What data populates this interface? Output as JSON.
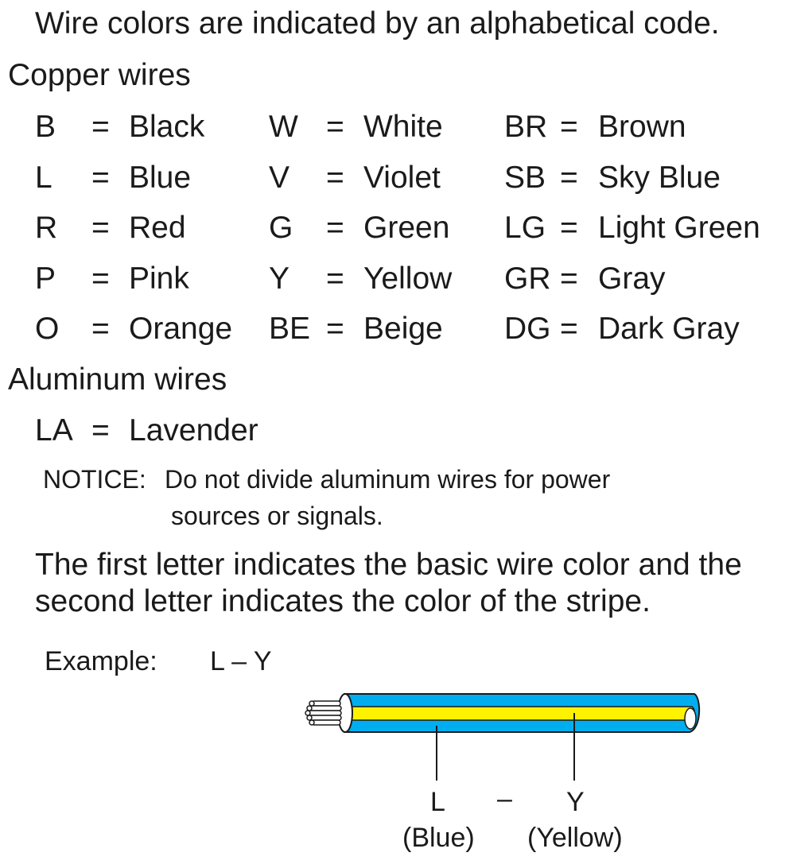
{
  "intro": "Wire colors are indicated by an alphabetical code.",
  "copper_heading": "Copper wires",
  "copper_codes": [
    [
      {
        "code": "B",
        "eq": "=",
        "name": "Black"
      },
      {
        "code": "W",
        "eq": "=",
        "name": "White"
      },
      {
        "code": "BR",
        "eq": "=",
        "name": "Brown"
      }
    ],
    [
      {
        "code": "L",
        "eq": "=",
        "name": "Blue"
      },
      {
        "code": "V",
        "eq": "=",
        "name": "Violet"
      },
      {
        "code": "SB",
        "eq": "=",
        "name": "Sky Blue"
      }
    ],
    [
      {
        "code": "R",
        "eq": "=",
        "name": "Red"
      },
      {
        "code": "G",
        "eq": "=",
        "name": "Green"
      },
      {
        "code": "LG",
        "eq": "=",
        "name": "Light Green"
      }
    ],
    [
      {
        "code": "P",
        "eq": "=",
        "name": "Pink"
      },
      {
        "code": "Y",
        "eq": "=",
        "name": "Yellow"
      },
      {
        "code": "GR",
        "eq": "=",
        "name": "Gray"
      }
    ],
    [
      {
        "code": "O",
        "eq": "=",
        "name": "Orange"
      },
      {
        "code": "BE",
        "eq": "=",
        "name": "Beige"
      },
      {
        "code": "DG",
        "eq": "=",
        "name": "Dark Gray"
      }
    ]
  ],
  "aluminum_heading": "Aluminum wires",
  "aluminum_codes": [
    {
      "code": "LA",
      "eq": "=",
      "name": "Lavender"
    }
  ],
  "notice": {
    "label": "NOTICE:",
    "line1": "Do not divide aluminum wires for power",
    "line2": "sources or signals."
  },
  "description": {
    "line1": "The first letter indicates the basic wire color and the",
    "line2": "second letter indicates the color of the stripe."
  },
  "example": {
    "label": "Example:",
    "code": "L – Y",
    "base_code": "L",
    "base_name": "(Blue)",
    "dash": "–",
    "stripe_code": "Y",
    "stripe_name": "(Yellow)"
  },
  "colors": {
    "text": "#1a1a1a",
    "base_color": "#00aeef",
    "stripe_color": "#fff200",
    "strand_fill": "#ffffff"
  }
}
